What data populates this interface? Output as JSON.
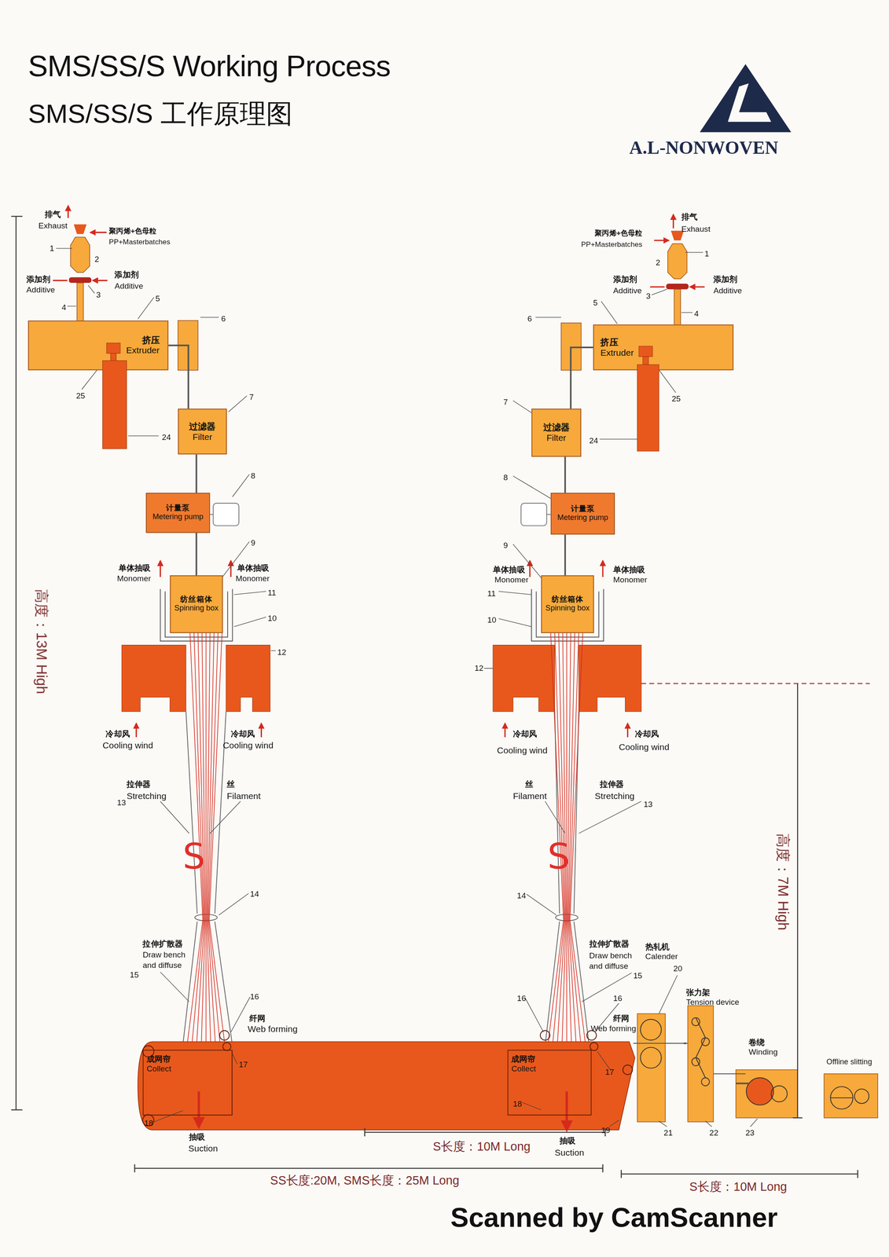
{
  "diagram": {
    "title": "SMS/SS/S Working Process",
    "nodes": [
      {
        "text": [
          "挤压",
          "Extruder"
        ]
      },
      {
        "text": [
          "过滤器",
          "Filter"
        ]
      },
      {
        "text": [
          "计量泵",
          "Metering pump"
        ]
      },
      {
        "text": [
          "纺丝箱体",
          "Spinning box"
        ]
      },
      {
        "text": [
          "成网帘",
          "Collect"
        ]
      },
      {
        "text": [
          "挤压",
          "Extruder"
        ]
      },
      {
        "text": [
          "过滤器",
          "Filter"
        ]
      },
      {
        "text": [
          "计量泵",
          "Metering pump"
        ]
      },
      {
        "text": [
          "纺丝箱体",
          "Spinning box"
        ]
      },
      {
        "text": [
          "成网帘",
          "Collect"
        ]
      },
      {
        "text": [
          "热轧机",
          "Calender"
        ]
      },
      {
        "text": [
          "张力架",
          "Tension device"
        ]
      },
      {
        "text": [
          "卷绕",
          "Winding"
        ]
      },
      {
        "text": [
          "Offline slitting"
        ]
      }
    ],
    "edges": [
      {
        "from": 0,
        "to": 1,
        "arrow": "none"
      },
      {
        "from": 1,
        "to": 2,
        "arrow": "none"
      },
      {
        "from": 2,
        "to": 3,
        "arrow": "none"
      },
      {
        "from": 5,
        "to": 6,
        "arrow": "none"
      },
      {
        "from": 6,
        "to": 7,
        "arrow": "none"
      },
      {
        "from": 7,
        "to": 8,
        "arrow": "none"
      },
      {
        "from": 10,
        "to": 11,
        "arrow": "none"
      },
      {
        "from": 11,
        "to": 12,
        "arrow": "none"
      }
    ],
    "labels": [
      "SMS/SS/S 工作原理图",
      "A.L-NONWOVEN",
      "排气",
      "Exhaust",
      "聚丙烯+色母粒",
      "PP+Masterbatches",
      "1",
      "2",
      "添加剂",
      "Additive",
      "添加剂",
      "Additive",
      "3",
      "4",
      "5",
      "6",
      "7",
      "25",
      "24",
      "8",
      "9",
      "单体抽吸",
      "Monomer",
      "单体抽吸",
      "Monomer",
      "11",
      "10",
      "12",
      "冷却风",
      "Cooling wind",
      "冷却风",
      "Cooling wind",
      "拉伸器",
      "Stretching",
      "13",
      "丝",
      "Filament",
      "S",
      "14",
      "拉伸扩散器",
      "Draw bench",
      "and diffuse",
      "15",
      "16",
      "纤网",
      "Web forming",
      "17",
      "18",
      "抽吸",
      "Suction",
      "高度：13M High",
      "排气",
      "Exhaust",
      "聚丙烯+色母粒",
      "PP+Masterbatches",
      "1",
      "2",
      "添加剂",
      "Additive",
      "添加剂",
      "Additive",
      "3",
      "4",
      "5",
      "6",
      "7",
      "25",
      "24",
      "8",
      "9",
      "单体抽吸",
      "Monomer",
      "单体抽吸",
      "Monomer",
      "11",
      "10",
      "12",
      "冷却风",
      "Cooling wind",
      "冷却风",
      "Cooling wind",
      "丝",
      "Filament",
      "拉伸器",
      "Stretching",
      "13",
      "S",
      "14",
      "拉伸扩散器",
      "Draw bench",
      "and diffuse",
      "15",
      "16",
      "16",
      "纤网",
      "Web forming",
      "17",
      "18",
      "抽吸",
      "Suction",
      "19",
      "20",
      "21",
      "22",
      "23",
      "高度：7M High",
      "S长度：10M Long",
      "SS长度:20M, SMS长度：25M Long",
      "S长度：10M Long",
      "Scanned by CamScanner"
    ]
  }
}
